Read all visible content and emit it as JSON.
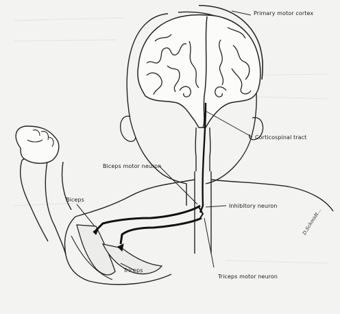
{
  "labels": {
    "primary_motor_cortex": "Primary motor cortex",
    "corticospinal_tract": "Corticospinal tract",
    "biceps_motor_neuron": "Biceps motor neuron",
    "biceps": "Biceps",
    "inhibitory_neuron": "Inhibitory neuron",
    "triceps": "Triceps",
    "triceps_motor_neuron": "Triceps motor neuron"
  },
  "signature": "D.Schmidt..."
}
